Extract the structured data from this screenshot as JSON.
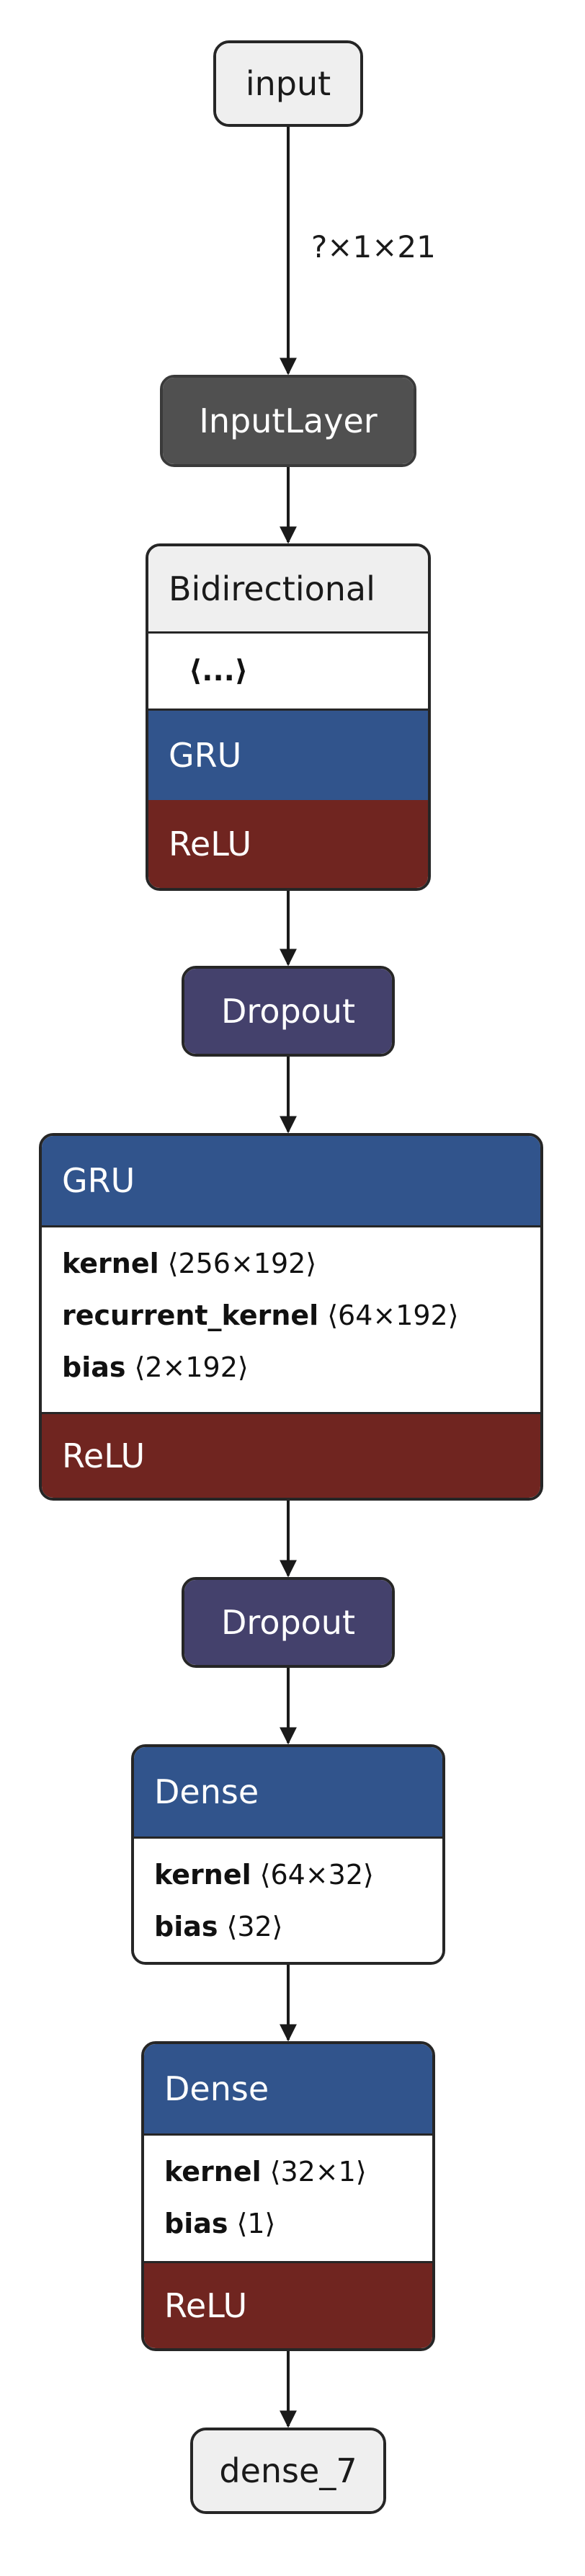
{
  "nodes": {
    "input": {
      "label": "input"
    },
    "input_edge": {
      "shape": "?×1×21"
    },
    "input_layer": {
      "label": "InputLayer"
    },
    "bidirectional": {
      "label": "Bidirectional",
      "ellipsis": "⟨...⟩",
      "inner": "GRU",
      "activation": "ReLU"
    },
    "dropout_1": {
      "label": "Dropout"
    },
    "gru": {
      "label": "GRU",
      "attrs": [
        {
          "name": "kernel",
          "value": "⟨256×192⟩"
        },
        {
          "name": "recurrent_kernel",
          "value": "⟨64×192⟩"
        },
        {
          "name": "bias",
          "value": "⟨2×192⟩"
        }
      ],
      "activation": "ReLU"
    },
    "dropout_2": {
      "label": "Dropout"
    },
    "dense_1": {
      "label": "Dense",
      "attrs": [
        {
          "name": "kernel",
          "value": "⟨64×32⟩"
        },
        {
          "name": "bias",
          "value": "⟨32⟩"
        }
      ]
    },
    "dense_2": {
      "label": "Dense",
      "attrs": [
        {
          "name": "kernel",
          "value": "⟨32×1⟩"
        },
        {
          "name": "bias",
          "value": "⟨1⟩"
        }
      ],
      "activation": "ReLU"
    },
    "output": {
      "label": "dense_7"
    }
  },
  "colors": {
    "io_fill": "#efefef",
    "input_layer_fill": "#505050",
    "layer_blue": "#31548c",
    "activation_red": "#702520",
    "dropout_purple": "#44416c",
    "stroke": "#262626"
  }
}
